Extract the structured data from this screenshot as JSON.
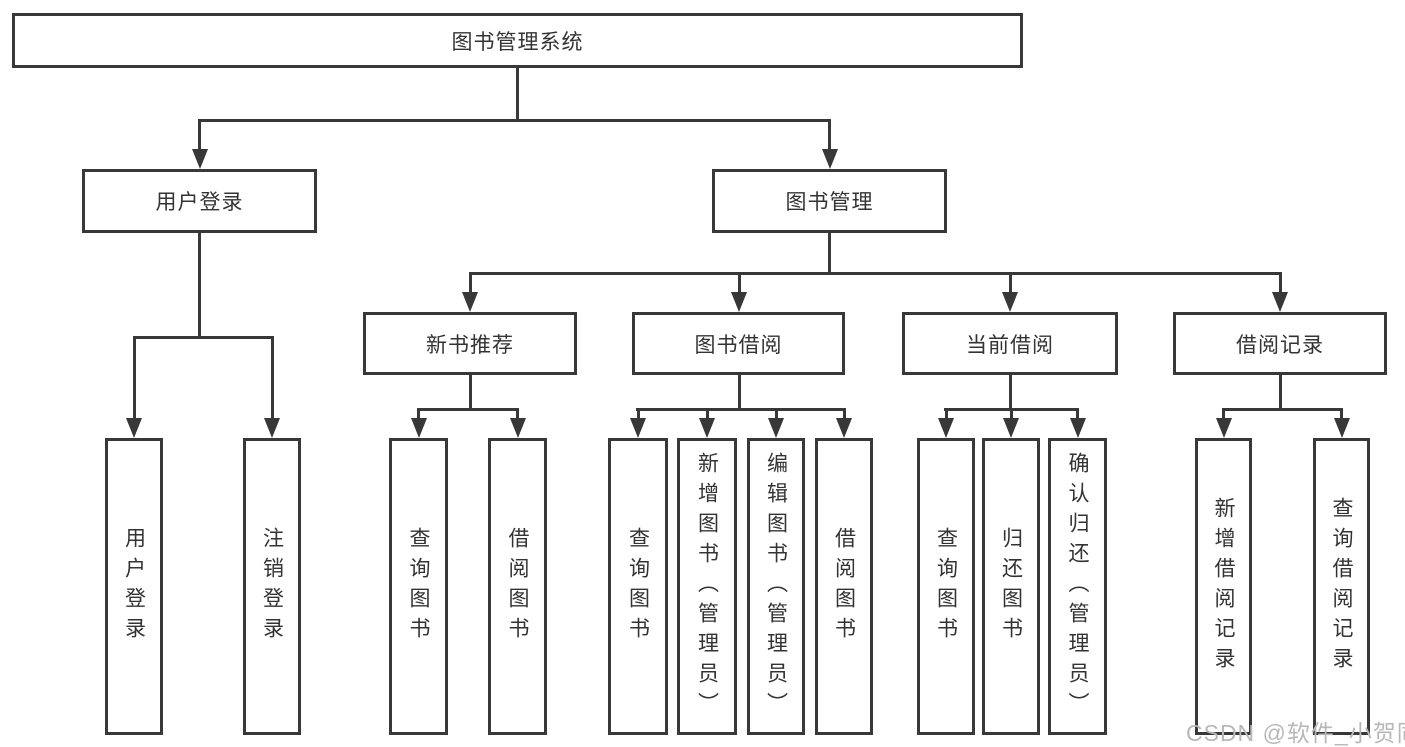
{
  "diagram": {
    "root": {
      "label": "图书管理系统"
    },
    "level2": [
      {
        "label": "用户登录"
      },
      {
        "label": "图书管理"
      }
    ],
    "level3": [
      {
        "label": "新书推荐"
      },
      {
        "label": "图书借阅"
      },
      {
        "label": "当前借阅"
      },
      {
        "label": "借阅记录"
      }
    ],
    "leaves": {
      "login": [
        "用户登录",
        "注销登录"
      ],
      "recommend": [
        "查询图书",
        "借阅图书"
      ],
      "borrow": [
        "查询图书",
        "新增图书（管理员）",
        "编辑图书（管理员）",
        "借阅图书"
      ],
      "current": [
        "查询图书",
        "归还图书",
        "确认归还（管理员）"
      ],
      "records": [
        "新增借阅记录",
        "查询借阅记录"
      ]
    }
  },
  "watermark": "CSDN @软件_小贺同学",
  "colors": {
    "line": "#383838",
    "text": "#333333",
    "watermark": "#b8b8b8",
    "background": "#ffffff"
  }
}
